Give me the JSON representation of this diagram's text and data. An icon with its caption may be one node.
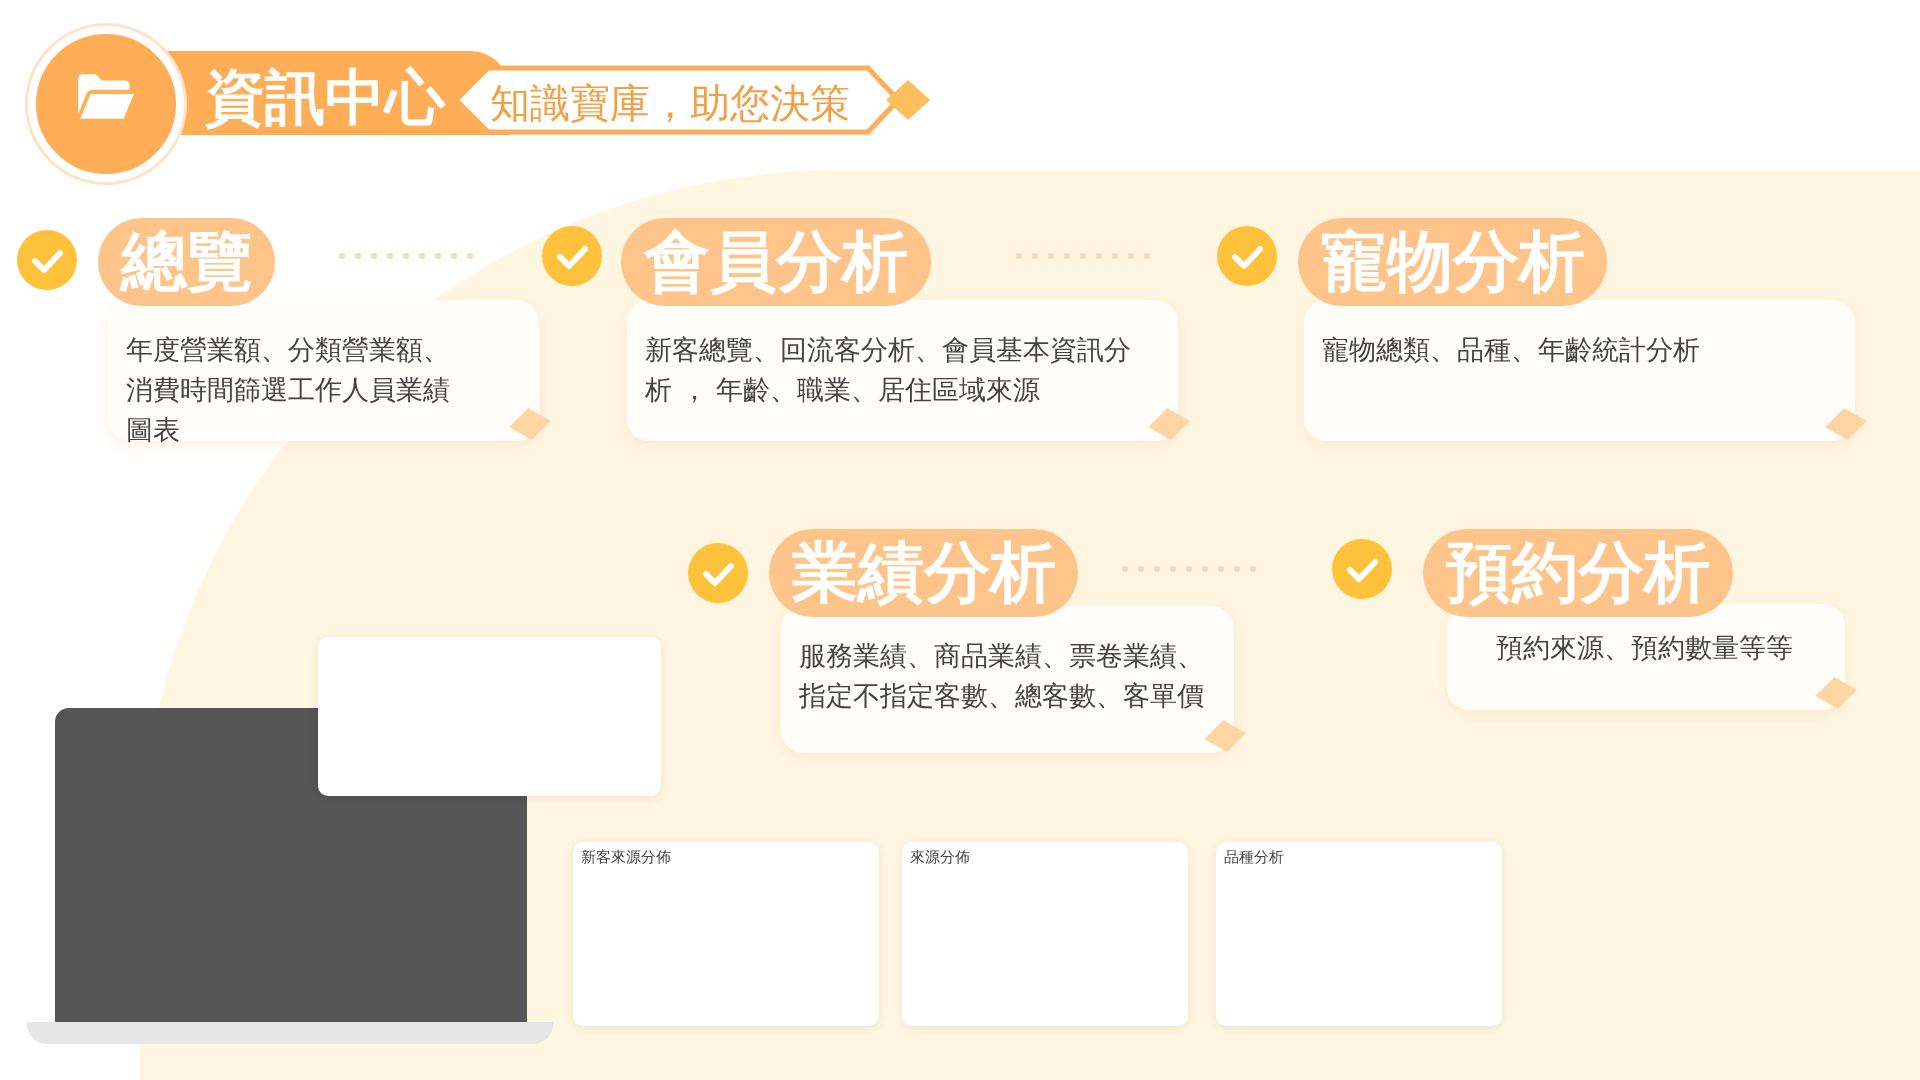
{
  "diagram": {
    "title": "資訊中心",
    "nodes": [
      {
        "text": [
          "總覽",
          "年度營業額、分類營業額、消費時間篩選工作人員業績圖表"
        ]
      },
      {
        "text": [
          "會員分析",
          "新客總覽、回流客分析、會員基本資訊分析 ， 年齡、職業、居住區域來源"
        ]
      },
      {
        "text": [
          "寵物分析",
          "寵物總類、品種、年齡統計分析"
        ]
      },
      {
        "text": [
          "業績分析",
          "服務業績、商品業績、票卷業績、指定不指定客數、總客數、客單價"
        ]
      },
      {
        "text": [
          "預約分析",
          "預約來源、預約數量等等"
        ]
      }
    ],
    "labels": [
      "知識寶庫，助您決策",
      "新客來源分佈",
      "來源分佈",
      "品種分析"
    ]
  }
}
